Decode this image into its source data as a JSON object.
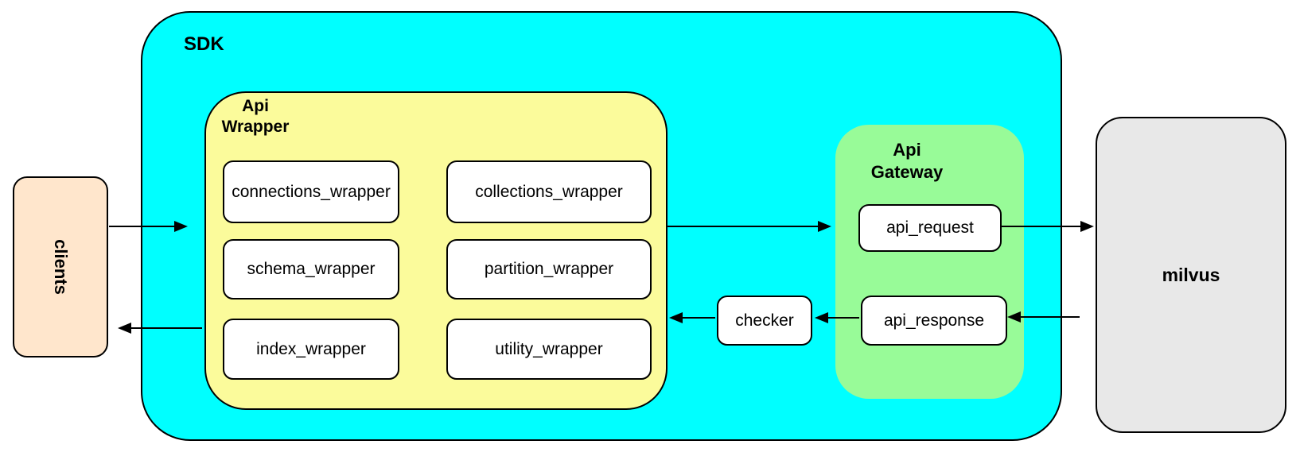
{
  "diagram": {
    "colors": {
      "sdk_fill": "#00FFFF",
      "api_wrapper_fill": "#FBFB9B",
      "api_gateway_fill": "#98FB98",
      "clients_fill": "#FFE6CC",
      "milvus_fill": "#E8E8E8",
      "node_fill": "#FFFFFF",
      "border": "#000000"
    },
    "sdk": {
      "label": "SDK"
    },
    "clients": {
      "label": "clients"
    },
    "milvus": {
      "label": "milvus"
    },
    "checker": {
      "label": "checker"
    },
    "api_wrapper": {
      "label_lines": [
        "Api",
        "Wrapper"
      ],
      "nodes": [
        {
          "label": "connections_wrapper"
        },
        {
          "label": "collections_wrapper"
        },
        {
          "label": "schema_wrapper"
        },
        {
          "label": "partition_wrapper"
        },
        {
          "label": "index_wrapper"
        },
        {
          "label": "utility_wrapper"
        }
      ]
    },
    "api_gateway": {
      "label_lines": [
        "Api",
        "Gateway"
      ],
      "nodes": [
        {
          "label": "api_request"
        },
        {
          "label": "api_response"
        }
      ]
    },
    "edges": [
      {
        "from": "clients",
        "to": "sdk"
      },
      {
        "from": "api_wrapper",
        "to": "api_gateway"
      },
      {
        "from": "api_request",
        "to": "milvus"
      },
      {
        "from": "milvus",
        "to": "api_response"
      },
      {
        "from": "api_response",
        "to": "checker"
      },
      {
        "from": "checker",
        "to": "api_wrapper"
      },
      {
        "from": "api_wrapper",
        "to": "clients"
      }
    ]
  }
}
